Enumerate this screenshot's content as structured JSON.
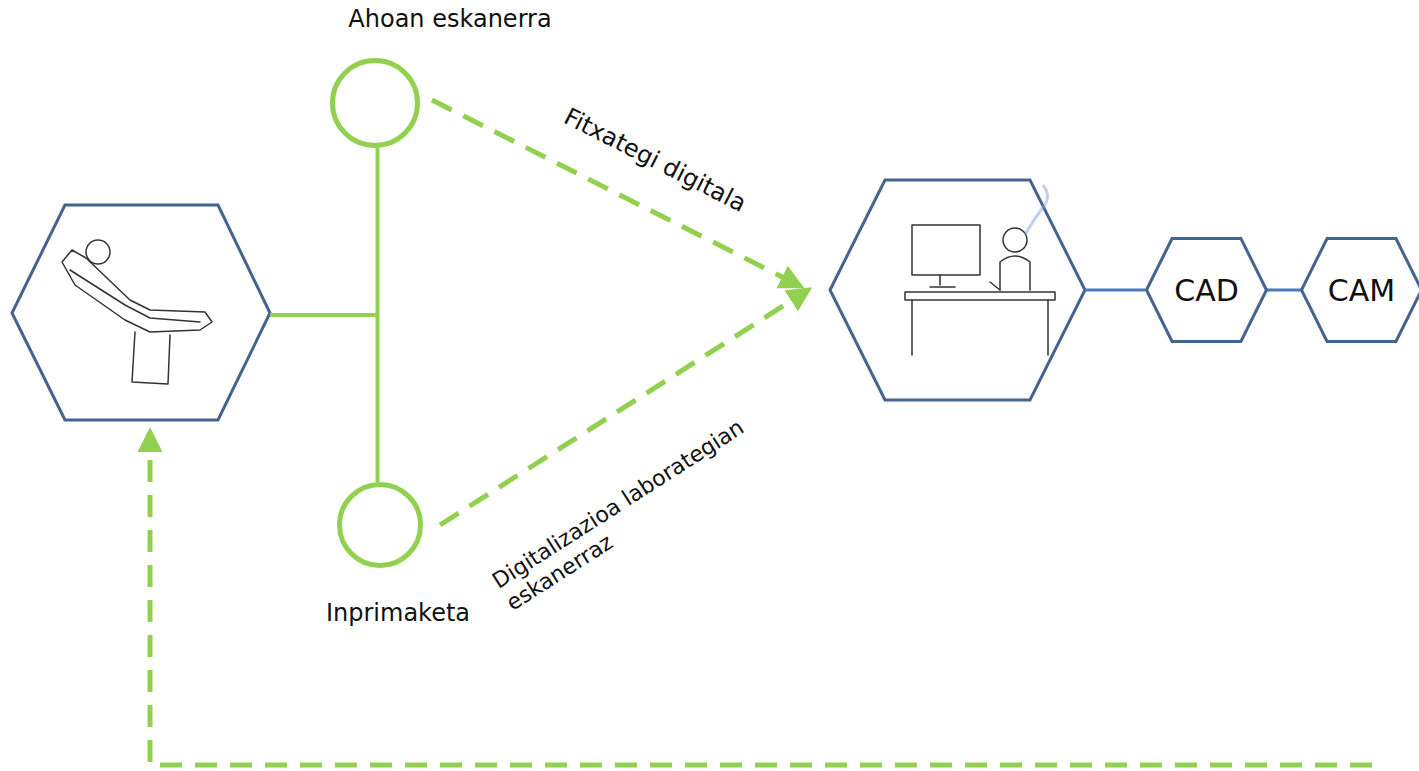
{
  "diagram": {
    "nodes": [
      {
        "text": [
          "Ahoan eskanerra"
        ]
      },
      {
        "text": [
          "Inprimaketa"
        ]
      },
      {
        "text": [
          "CAD"
        ]
      },
      {
        "text": [
          "CAM"
        ]
      }
    ],
    "edges": [
      {
        "from": 0,
        "to": 1,
        "arrow": "none"
      },
      {
        "from": 2,
        "to": 3,
        "arrow": "none"
      }
    ],
    "labels": [
      "Fitxategi digitala",
      "Digitalizazioa laborategian eskanerraz"
    ]
  }
}
